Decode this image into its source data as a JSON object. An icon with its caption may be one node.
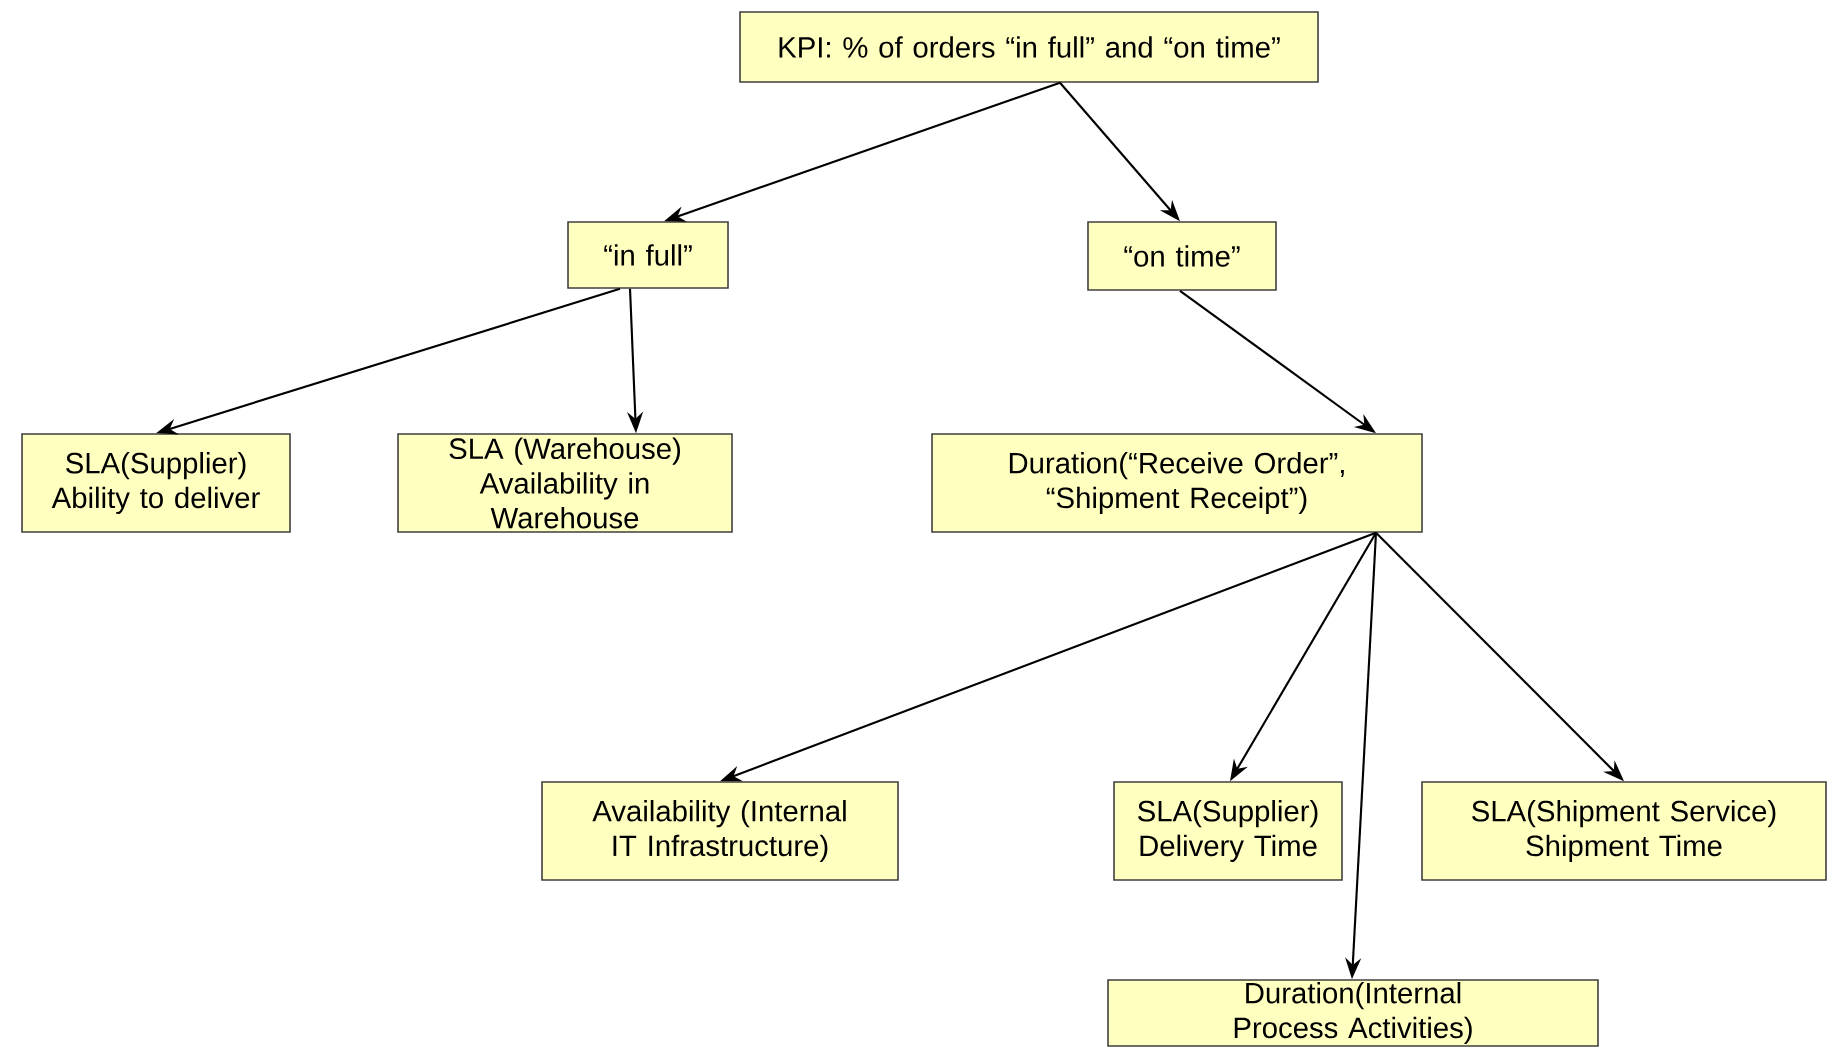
{
  "diagram": {
    "nodes": [
      {
        "text": [
          "KPI: % of orders “in full” and “on time”"
        ]
      },
      {
        "text": [
          "“in full”"
        ]
      },
      {
        "text": [
          "“on time”"
        ]
      },
      {
        "text": [
          "SLA(Supplier) Ability to deliver"
        ]
      },
      {
        "text": [
          "SLA (Warehouse) Availability in Warehouse"
        ]
      },
      {
        "text": [
          "Duration(“Receive Order”, “Shipment Receipt”)"
        ]
      },
      {
        "text": [
          "Availability (Internal IT Infrastructure)"
        ]
      },
      {
        "text": [
          "SLA(Supplier) Delivery Time"
        ]
      },
      {
        "text": [
          "SLA(Shipment Service) Shipment Time"
        ]
      },
      {
        "text": [
          "Duration(Internal Process Activities)"
        ]
      }
    ],
    "edges": [
      {
        "from": 0,
        "to": 1,
        "arrow": "to"
      },
      {
        "from": 0,
        "to": 2,
        "arrow": "to"
      },
      {
        "from": 1,
        "to": 3,
        "arrow": "to"
      },
      {
        "from": 1,
        "to": 4,
        "arrow": "to"
      },
      {
        "from": 2,
        "to": 5,
        "arrow": "to"
      },
      {
        "from": 5,
        "to": 6,
        "arrow": "to"
      },
      {
        "from": 5,
        "to": 7,
        "arrow": "to"
      },
      {
        "from": 5,
        "to": 9,
        "arrow": "to"
      },
      {
        "from": 5,
        "to": 8,
        "arrow": "to"
      }
    ]
  }
}
